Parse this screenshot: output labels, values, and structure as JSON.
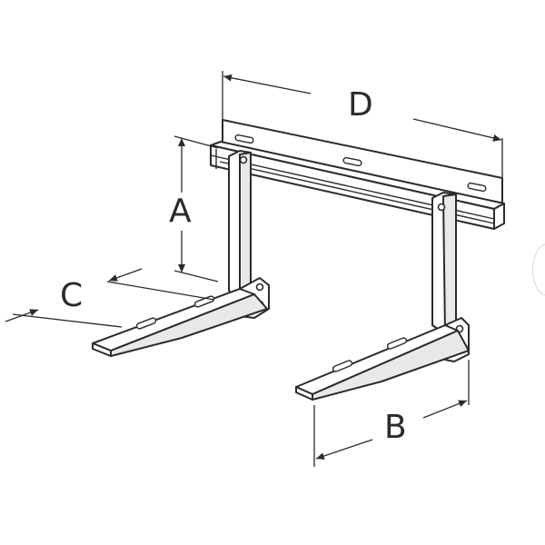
{
  "diagram": {
    "dimensions": [
      {
        "id": "A",
        "label": "A"
      },
      {
        "id": "B",
        "label": "B"
      },
      {
        "id": "C",
        "label": "C"
      },
      {
        "id": "D",
        "label": "D"
      }
    ],
    "colors": {
      "line": "#2b2b2b",
      "fill": "#ffffff",
      "shade": "#e9e9e9"
    }
  }
}
